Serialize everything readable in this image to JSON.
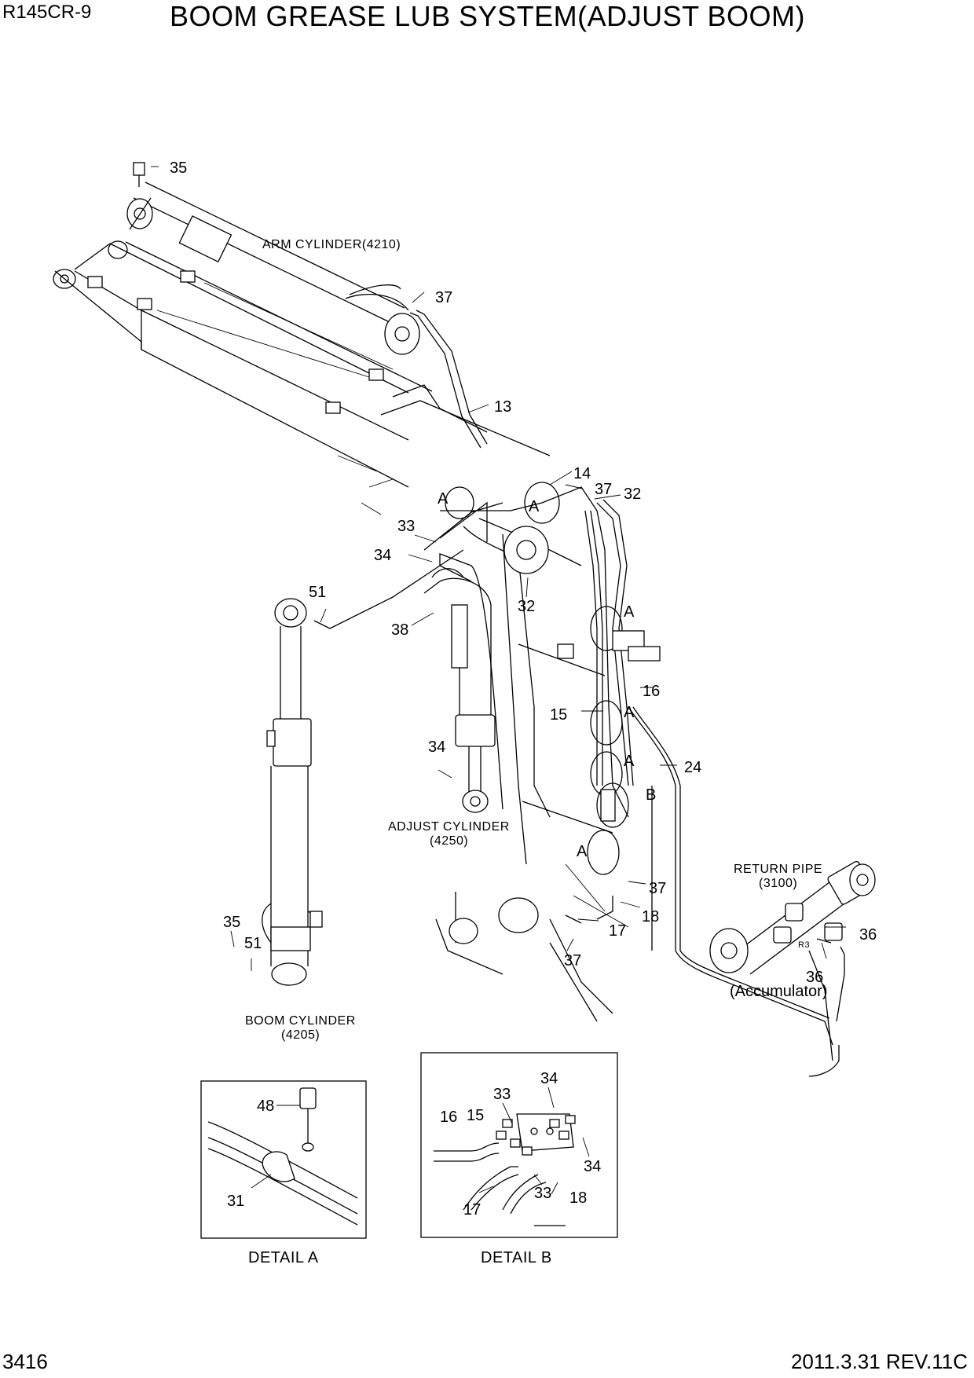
{
  "header": {
    "model": "R145CR-9",
    "title": "BOOM GREASE LUB SYSTEM(ADJUST BOOM)"
  },
  "footer": {
    "page": "3416",
    "revision": "2011.3.31 REV.11C"
  },
  "captions": {
    "arm_cylinder": "ARM CYLINDER(4210)",
    "adjust_cylinder": "ADJUST CYLINDER",
    "adjust_cylinder_code": "(4250)",
    "boom_cylinder": "BOOM CYLINDER",
    "boom_cylinder_code": "(4205)",
    "return_pipe": "RETURN PIPE",
    "return_pipe_code": "(3100)",
    "accumulator": "(Accumulator)",
    "r3": "R3",
    "detail_a": "DETAIL  A",
    "detail_b": "DETAIL  B"
  },
  "callouts": {
    "c35_top": "35",
    "c37_top": "37",
    "c13": "13",
    "c14": "14",
    "c37_mid": "37",
    "c32_right": "32",
    "c33": "33",
    "c34": "34",
    "c32_pivot": "32",
    "c51_top": "51",
    "c38": "38",
    "c16": "16",
    "c15": "15",
    "c24": "24",
    "c34_adjust": "34",
    "c37_low": "37",
    "c18": "18",
    "c17": "17",
    "c37_bottom": "37",
    "c36_right": "36",
    "c36_acc": "36",
    "c35_bottom": "35",
    "c51_bottom": "51",
    "da_48": "48",
    "da_31": "31",
    "db_34_top": "34",
    "db_33_top": "33",
    "db_16": "16",
    "db_15": "15",
    "db_34_right": "34",
    "db_33_bottom": "33",
    "db_18": "18",
    "db_17": "17"
  },
  "detail_markers": {
    "a1": "A",
    "a2": "A",
    "a3": "A",
    "a4": "A",
    "a5": "A",
    "a6": "A",
    "b1": "B"
  }
}
